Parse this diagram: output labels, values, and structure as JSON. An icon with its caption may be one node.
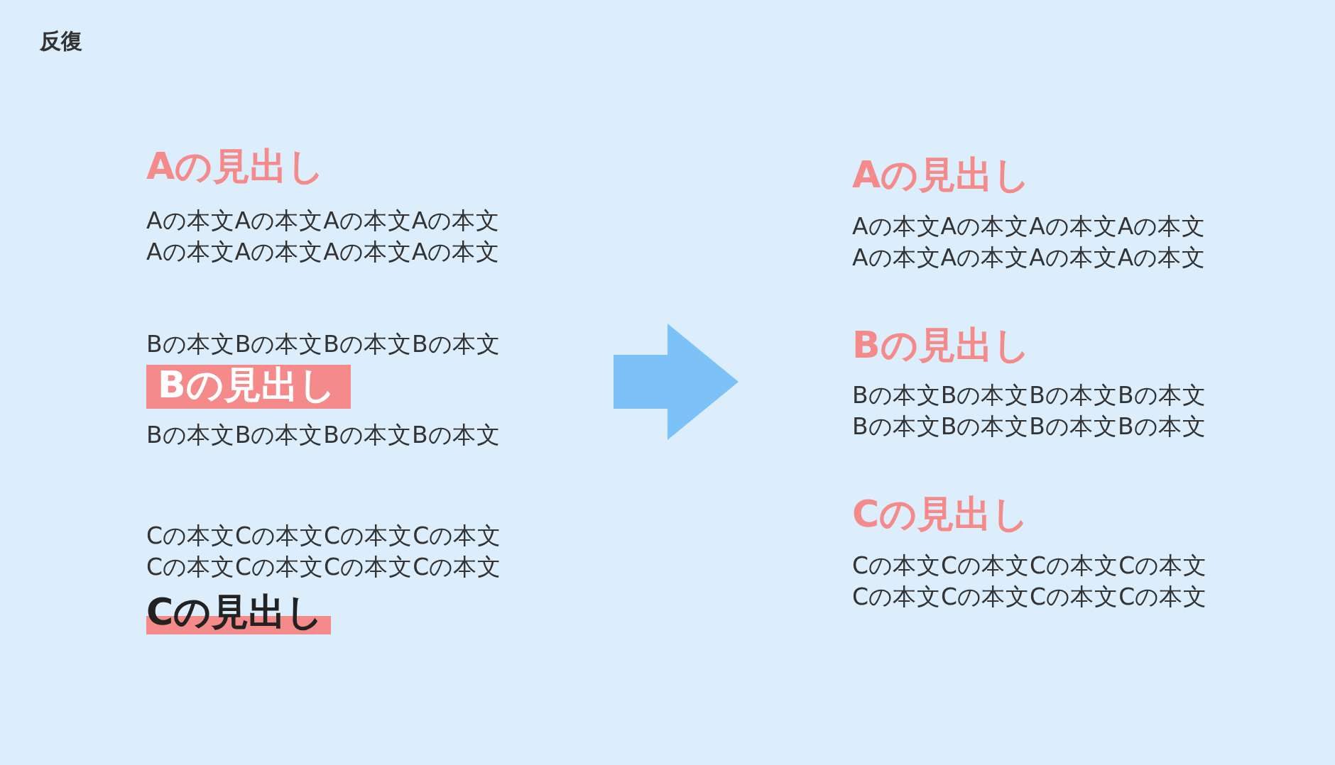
{
  "diagram": {
    "title": "反復",
    "nodes": [
      {
        "text": [
          "Bの見出し"
        ]
      }
    ],
    "labels": [
      "Aの見出し",
      "Aの本文Aの本文Aの本文Aの本文Aの本文Aの本文Aの本文Aの本文",
      "Bの本文Bの本文Bの本文Bの本文",
      "Bの本文Bの本文Bの本文Bの本文",
      "Cの本文Cの本文Cの本文Cの本文Cの本文Cの本文Cの本文Cの本文",
      "Cの見出し",
      "Aの見出し",
      "Aの本文Aの本文Aの本文Aの本文Aの本文Aの本文Aの本文Aの本文",
      "Bの見出し",
      "Bの本文Bの本文Bの本文Bの本文Bの本文Bの本文Bの本文Bの本文",
      "Cの見出し",
      "Cの本文Cの本文Cの本文Cの本文Cの本文Cの本文Cの本文Cの本文"
    ]
  }
}
